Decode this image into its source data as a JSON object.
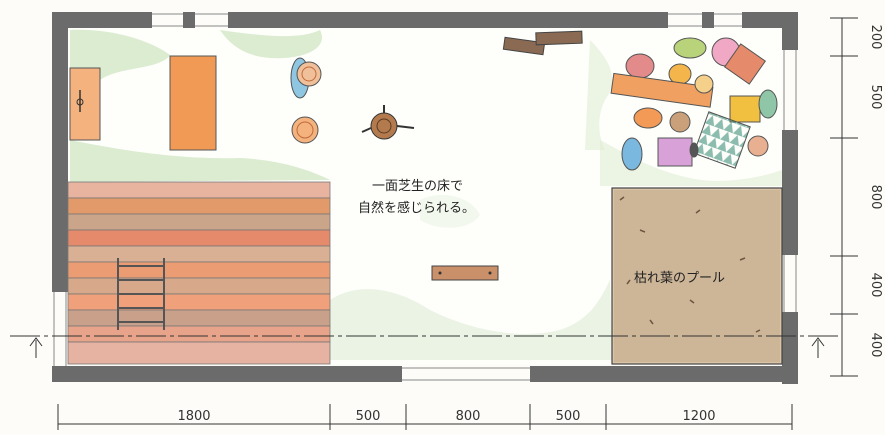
{
  "annotations": {
    "lawn_line1": "一面芝生の床で",
    "lawn_line2": "自然を感じられる。",
    "leaf_pool": "枯れ葉のプール"
  },
  "dimensions": {
    "horizontal": [
      "1800",
      "500",
      "800",
      "500",
      "1200"
    ],
    "vertical": [
      "200",
      "500",
      "800",
      "400",
      "400"
    ]
  },
  "colors": {
    "wall": "#6b6b6b",
    "grass": "#cfe6c2",
    "deck_a": "#e39a6a",
    "deck_b": "#caa58a",
    "mat": "#f09a55",
    "pool": "#b89a7a"
  }
}
